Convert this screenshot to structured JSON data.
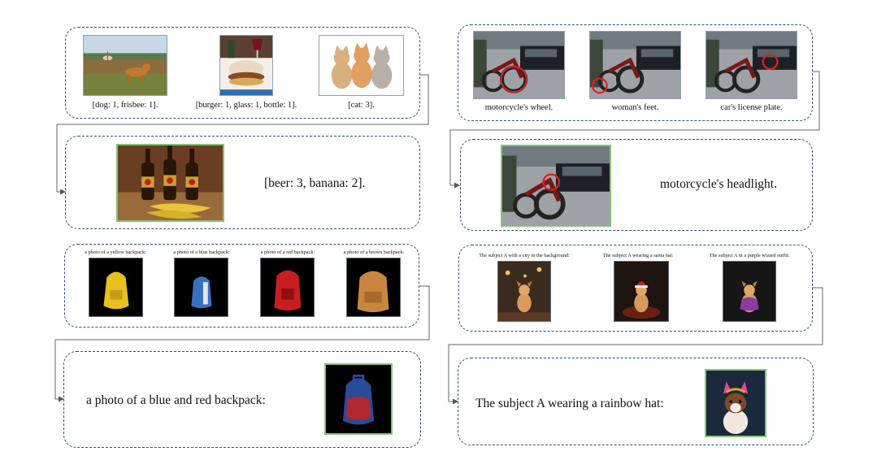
{
  "top_left": {
    "captions": [
      "[dog: 1, frisbee: 1].",
      "[burger: 1, glass: 1, bottle: 1].",
      "[cat: 3]."
    ],
    "query_text": "[beer: 3, banana: 2]."
  },
  "top_right": {
    "captions": [
      "motorcycle's wheel.",
      "woman's feet.",
      "car's license plate."
    ],
    "query_text": "motorcycle's headlight."
  },
  "bottom_left": {
    "captions": [
      "a photo of a yellow backpack:",
      "a photo of a blue backpack:",
      "a photo of a red backpack:",
      "a photo of a brown backpack:"
    ],
    "query_text": "a photo of a blue and red backpack:"
  },
  "bottom_right": {
    "captions": [
      "The subject A with a city in the background:",
      "The subject A wearing a santa hat:",
      "The subject A in a purple wizard outfit:"
    ],
    "query_text": "The subject A wearing a rainbow hat:"
  },
  "colors": {
    "panel_border": "#2f4f7f",
    "highlight_circle": "#e02020",
    "query_image_border": "#86c17a"
  },
  "icons": [
    "dog-photo",
    "burger-photo",
    "cats-photo",
    "beer-bananas-photo",
    "motorcycle-photo",
    "backpack-photo",
    "puppy-photo",
    "curved-arrow-icon"
  ]
}
